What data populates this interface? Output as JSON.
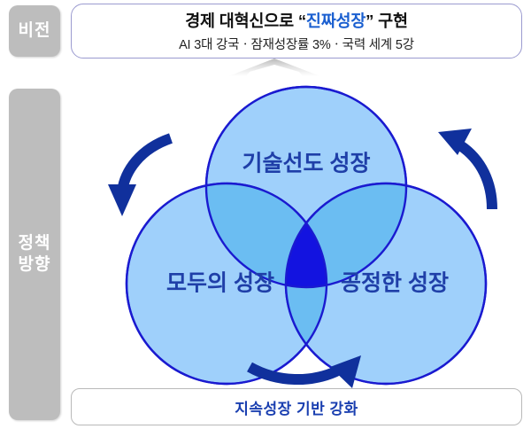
{
  "sidebar": {
    "vision_label": "비전",
    "policy_label": "정책\n방향"
  },
  "vision": {
    "title_prefix": "경제 대혁신으로 “",
    "title_highlight": "진짜성장",
    "title_suffix": "” 구현",
    "subtitle": "AI  3대 강국ㆍ잠재성장률  3%ㆍ국력 세계 5강"
  },
  "venn": {
    "top_circle": "기술선도 성장",
    "left_circle": "모두의 성장",
    "right_circle": "공정한 성장"
  },
  "bottom": {
    "banner_text": "지속성장 기반 강화"
  },
  "colors": {
    "circle_fill": "#9fd0fb",
    "circle_stroke": "#1a1ad0",
    "pair_overlap": "#6bbdf2",
    "triple_overlap": "#1313e0",
    "arrow": "#10309c",
    "gray_arrow": "#cfcfcf",
    "sidebar_gray": "#bdbdbd",
    "vision_border": "#9b9bd0",
    "accent_blue": "#1a5fd0",
    "banner_text": "#1a3fb0"
  }
}
